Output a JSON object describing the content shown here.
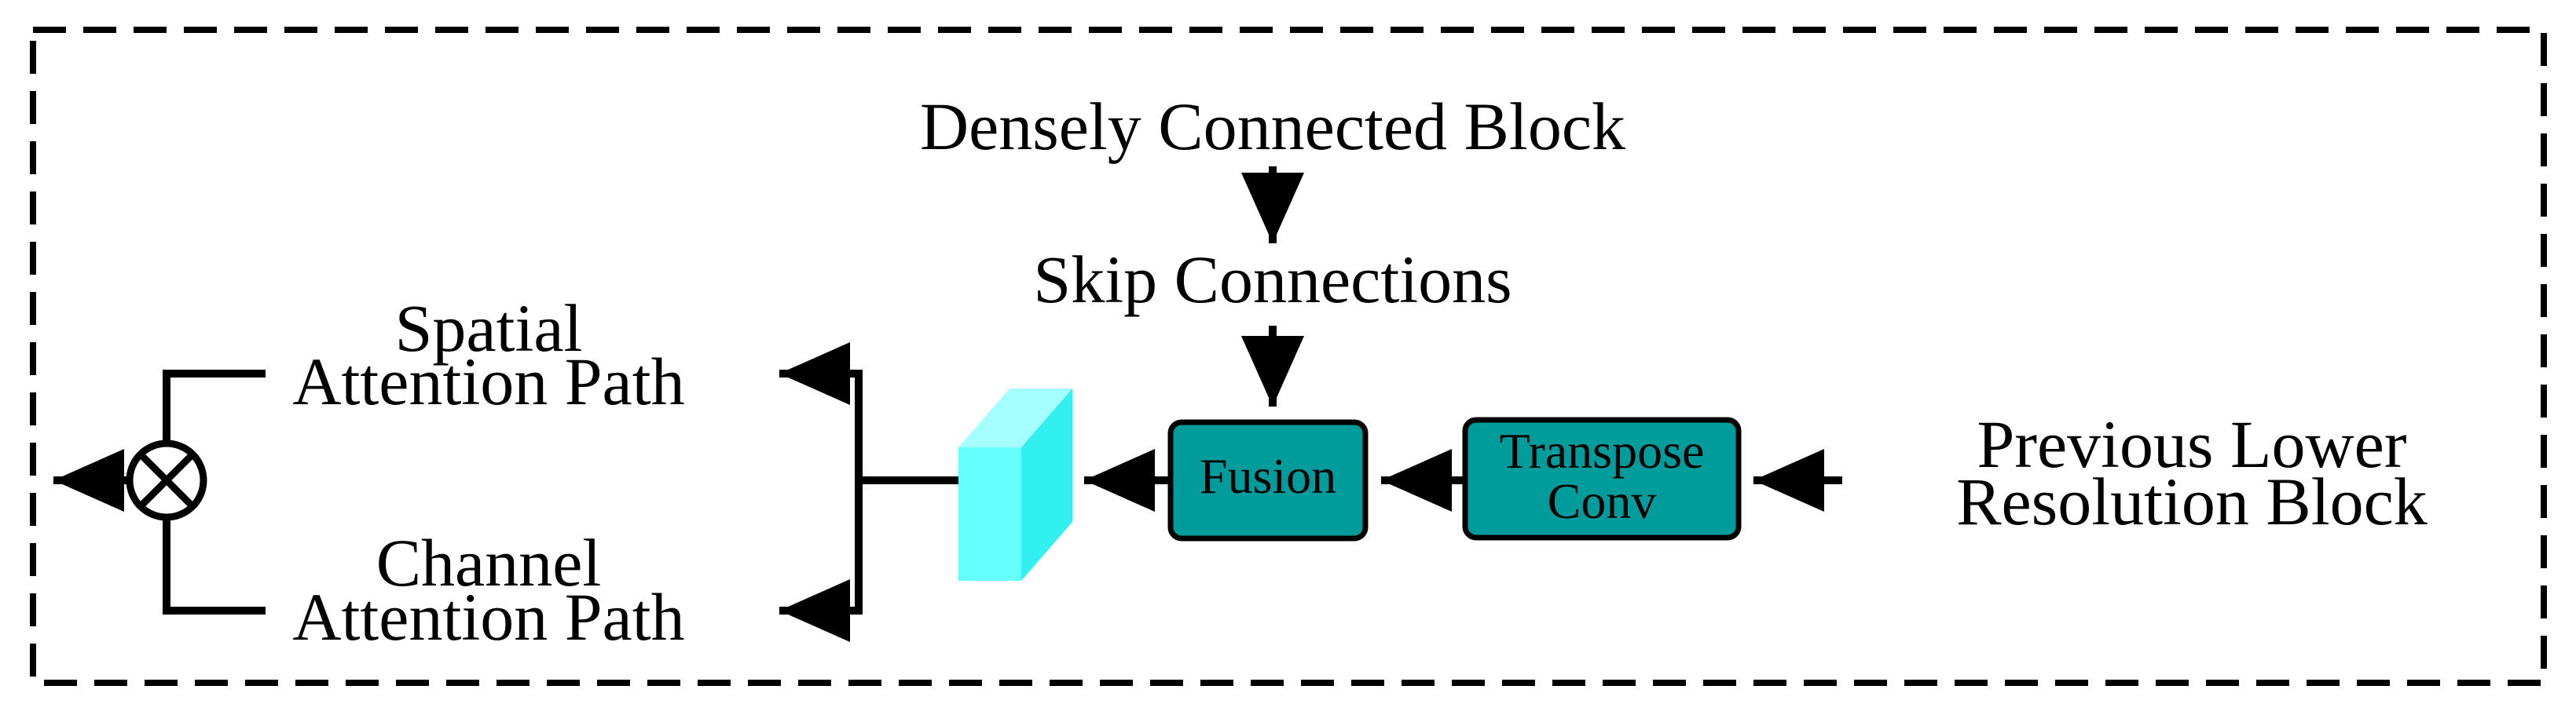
{
  "labels": {
    "densely_connected_block": "Densely Connected Block",
    "skip_connections": "Skip Connections",
    "spatial_path_line1": "Spatial",
    "spatial_path_line2": "Attention Path",
    "channel_path_line1": "Channel",
    "channel_path_line2": "Attention Path",
    "previous_block_line1": "Previous Lower",
    "previous_block_line2": "Resolution Block"
  },
  "boxes": {
    "fusion": "Fusion",
    "transpose_line1": "Transpose",
    "transpose_line2": "Conv"
  },
  "icons": {
    "multiply_node": "circle-times-icon",
    "feature_map": "feature-map-icon"
  },
  "colors": {
    "box_fill": "#009C9C",
    "feature_map_front": "#66FFFF",
    "feature_map_side": "#33F0F0",
    "feature_map_top": "#A6FFFF",
    "stroke": "#000000"
  }
}
